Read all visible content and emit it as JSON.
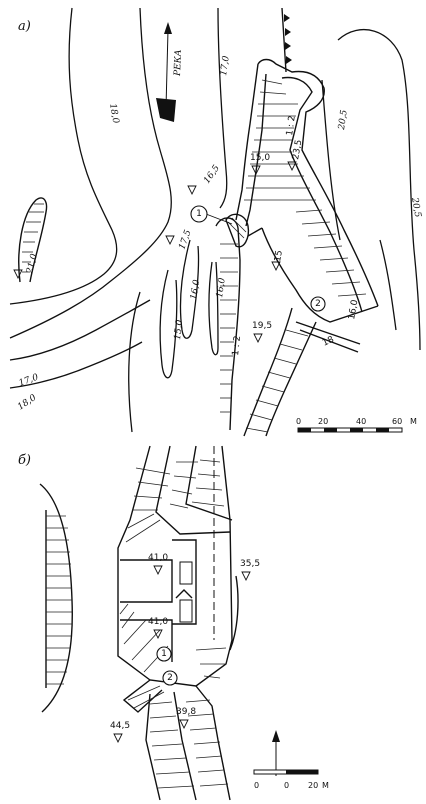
{
  "parts": {
    "a": "а)",
    "b": "б)"
  },
  "river": {
    "label": "РЕКА"
  },
  "contours_a": [
    "18,0",
    "17,0",
    "21,0",
    "16,5",
    "17,5",
    "16,0",
    "16,0",
    "15,0",
    "17,0",
    "18,0",
    "20,5",
    "20,5"
  ],
  "elevations_a": {
    "e1": "15,0",
    "e2": "23,5",
    "e3": "19,5",
    "e4": "16,0",
    "e5": "15",
    "e6": "18"
  },
  "slopes_a": {
    "s1": "1 : 2",
    "s2": "1 : 2"
  },
  "structures_a": {
    "n1": "1",
    "n2": "2"
  },
  "scale_a": {
    "t0": "0",
    "t1": "20",
    "t2": "40",
    "t3": "60",
    "unit": "М"
  },
  "elevations_b": {
    "e1": "41,0",
    "e2": "35,5",
    "e3": "41,0",
    "e4": "39,8",
    "e5": "44,5"
  },
  "structures_b": {
    "n1": "1",
    "n2": "2"
  },
  "scale_b": {
    "t0": "0",
    "t1": "0",
    "t2": "20",
    "unit": "М"
  }
}
